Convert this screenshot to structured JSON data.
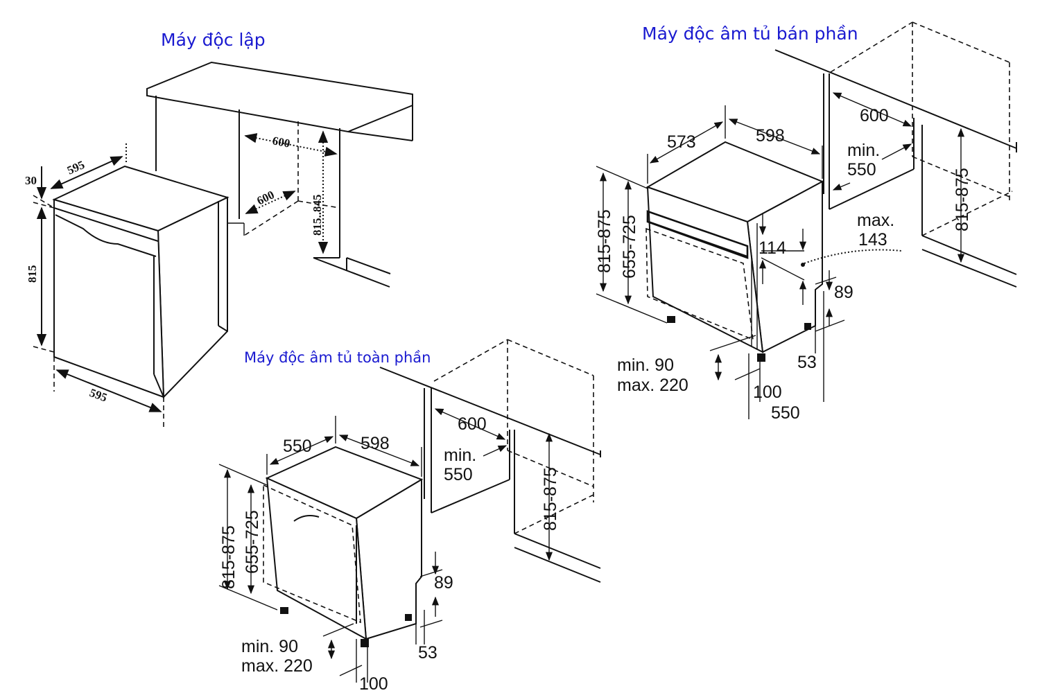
{
  "titles": {
    "freestanding": "Máy độc lập",
    "fully_integrated": "Máy độc âm tủ toàn phần",
    "semi_integrated": "Máy độc âm tủ bán phần"
  },
  "freestanding": {
    "top_offset": "30",
    "depth": "595",
    "height": "815",
    "width": "595",
    "niche_width": "600",
    "niche_depth": "600",
    "niche_height": "815..845"
  },
  "fully_integrated": {
    "depth": "550",
    "width": "598",
    "niche_width": "600",
    "niche_depth_min": "min.",
    "niche_depth_val": "550",
    "niche_height": "815-875",
    "height_total": "815-875",
    "height_body": "655-725",
    "plinth": "89",
    "feet_min": "min. 90",
    "feet_max": "max. 220",
    "front_offset": "53",
    "foot_depth": "100"
  },
  "semi_integrated": {
    "depth": "573",
    "width": "598",
    "niche_width": "600",
    "niche_depth_min": "min.",
    "niche_depth_val": "550",
    "niche_height": "815-875",
    "height_total": "815-875",
    "height_body": "655-725",
    "panel": "114",
    "max_label": "max.",
    "max_value": "143",
    "plinth": "89",
    "feet_min": "min. 90",
    "feet_max": "max. 220",
    "front_offset": "53",
    "foot_depth": "100",
    "base_depth": "550"
  }
}
